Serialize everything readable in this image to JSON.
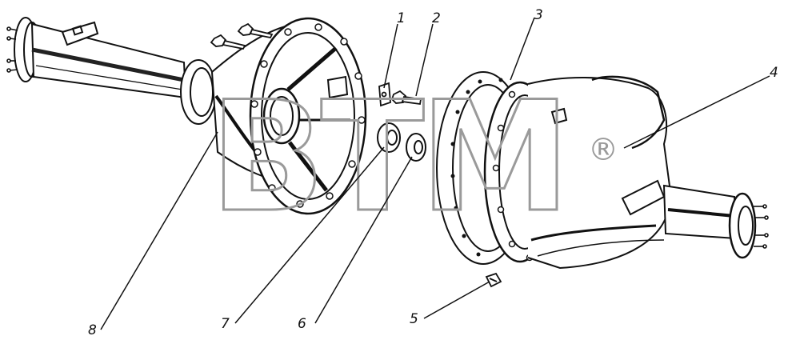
{
  "diagram": {
    "callouts": [
      {
        "id": "1",
        "label": "1"
      },
      {
        "id": "2",
        "label": "2"
      },
      {
        "id": "3",
        "label": "3"
      },
      {
        "id": "4",
        "label": "4"
      },
      {
        "id": "5",
        "label": "5"
      },
      {
        "id": "6",
        "label": "6"
      },
      {
        "id": "7",
        "label": "7"
      },
      {
        "id": "8",
        "label": "8"
      }
    ],
    "watermark": {
      "letters": "BTM",
      "registered": "®"
    },
    "colors": {
      "line": "#111111",
      "watermark": "#9a9a9a",
      "background": "#ffffff"
    }
  }
}
